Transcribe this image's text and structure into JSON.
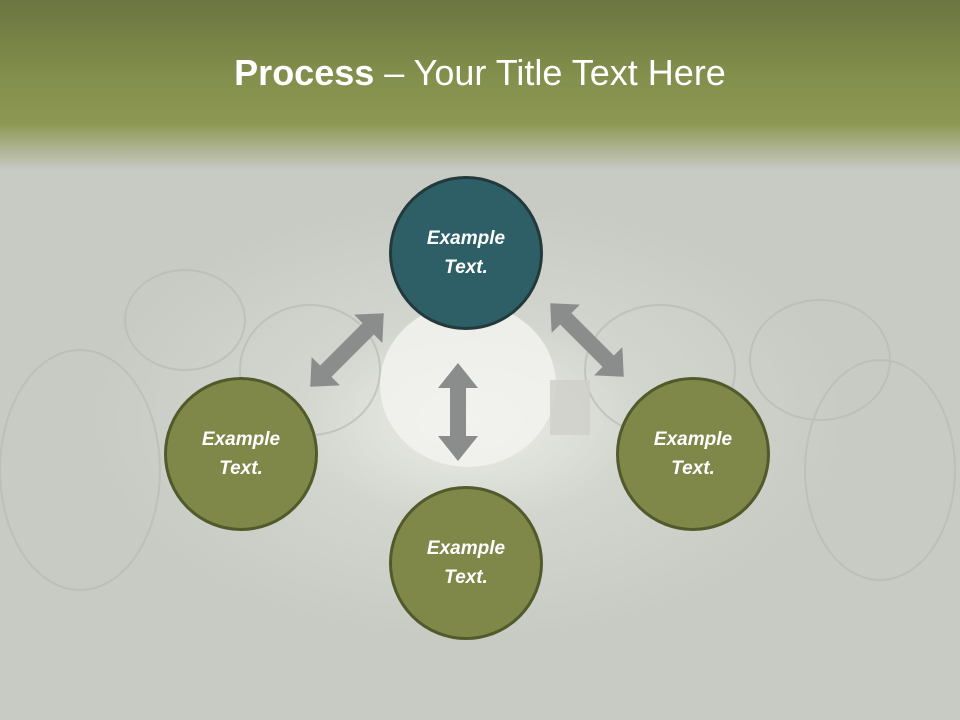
{
  "title": {
    "bold": "Process",
    "rest": " – Your Title Text Here"
  },
  "nodes": [
    {
      "id": "top",
      "line1": "Example",
      "line2": "Text.",
      "color": "#2f5f66"
    },
    {
      "id": "left",
      "line1": "Example",
      "line2": "Text.",
      "color": "#7f8749"
    },
    {
      "id": "right",
      "line1": "Example",
      "line2": "Text.",
      "color": "#7f8749"
    },
    {
      "id": "bottom",
      "line1": "Example",
      "line2": "Text.",
      "color": "#7f8749"
    }
  ],
  "colors": {
    "header": "#838f4c",
    "arrow": "#8a8d8c"
  }
}
